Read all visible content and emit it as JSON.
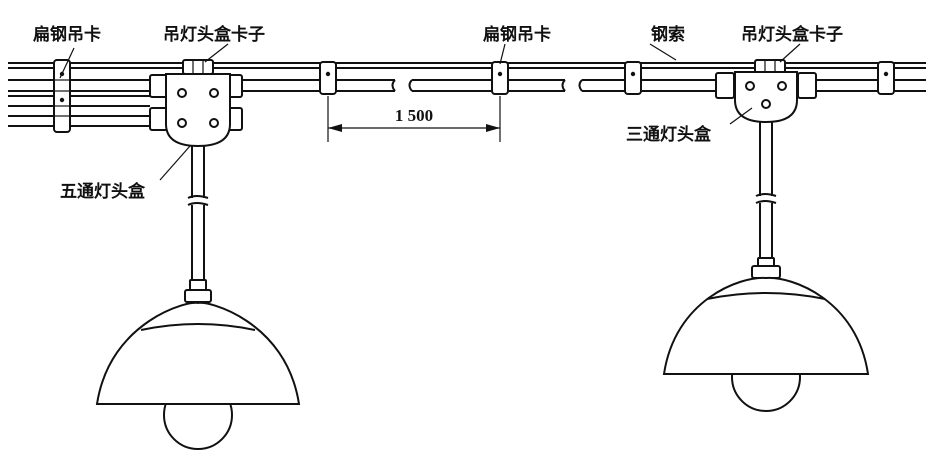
{
  "labels": {
    "flat_steel_hanger_left": "扁钢吊卡",
    "pendant_box_clamp_left": "吊灯头盒卡子",
    "flat_steel_hanger_mid": "扁钢吊卡",
    "steel_cable": "钢索",
    "pendant_box_clamp_right": "吊灯头盒卡子",
    "three_way_box": "三通灯头盒",
    "five_way_box": "五通灯头盒"
  },
  "dimension": {
    "spacing": "1 500"
  }
}
